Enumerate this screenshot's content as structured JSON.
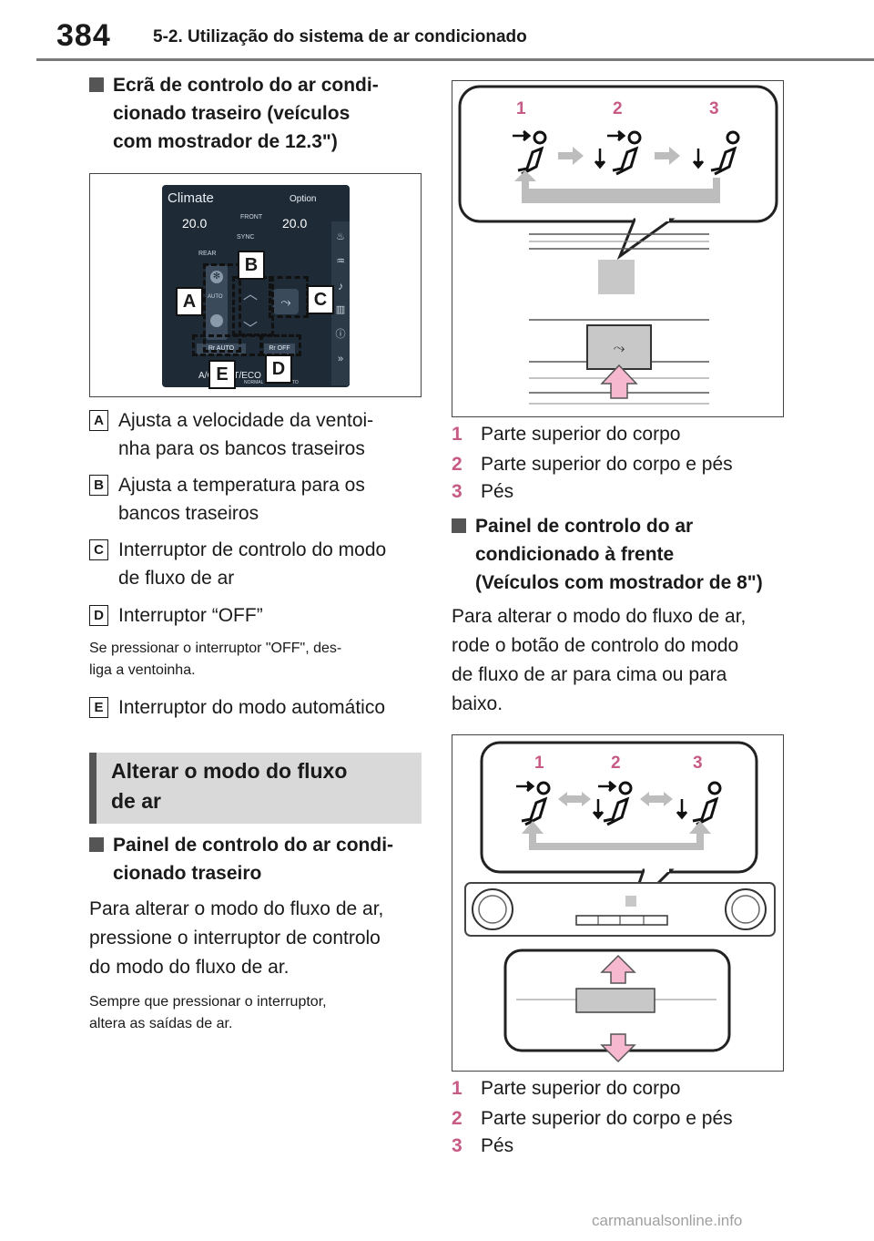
{
  "header": {
    "page_number": "384",
    "section_title": "5-2. Utilização do sistema de ar condicionado"
  },
  "left": {
    "heading1": [
      "Ecrã de controlo do ar condi-",
      "cionado traseiro (veículos",
      "com mostrador de 12.3\")"
    ],
    "screen": {
      "title": "Climate",
      "option": "Option",
      "temp_left": "20.0",
      "temp_right": "20.0",
      "front": "FRONT",
      "sync": "SYNC",
      "rear": "REAR",
      "auto_small": "AUTO",
      "rr_auto": "Rr AUTO",
      "rr_off": "Rr OFF",
      "bottom_text": "A/C   FAST/ECO",
      "normal": "NORMAL",
      "auto_bottom": "AUTO",
      "callouts": [
        "A",
        "B",
        "C",
        "D",
        "E"
      ]
    },
    "items": [
      {
        "badge": "A",
        "lines": [
          "Ajusta a velocidade da ventoi-",
          "nha para os bancos traseiros"
        ]
      },
      {
        "badge": "B",
        "lines": [
          "Ajusta a temperatura para os",
          "bancos traseiros"
        ]
      },
      {
        "badge": "C",
        "lines": [
          "Interruptor de controlo do modo",
          "de fluxo de ar"
        ]
      },
      {
        "badge": "D",
        "lines": [
          "Interruptor “OFF”"
        ]
      }
    ],
    "note_d": [
      "Se pressionar o interruptor \"OFF\", des-",
      "liga a ventoinha."
    ],
    "item_e": {
      "badge": "E",
      "text": "Interruptor do modo automático"
    },
    "banner": [
      "Alterar o modo do fluxo",
      "de ar"
    ],
    "heading2": [
      "Painel de controlo do ar condi-",
      "cionado traseiro"
    ],
    "para": [
      "Para alterar o modo do fluxo de ar,",
      "pressione o interruptor de controlo",
      "do modo do fluxo de ar."
    ],
    "note2": [
      "Sempre que pressionar o interruptor,",
      "altera as saídas de ar."
    ]
  },
  "right": {
    "fig1_numbers": [
      "1",
      "2",
      "3"
    ],
    "list1": [
      {
        "n": "1",
        "t": "Parte superior do corpo"
      },
      {
        "n": "2",
        "t": "Parte superior do corpo e pés"
      },
      {
        "n": "3",
        "t": "Pés"
      }
    ],
    "heading3": [
      "Painel de controlo do ar",
      "condicionado à frente",
      "(Veículos com mostrador de 8\")"
    ],
    "para": [
      "Para alterar o modo do fluxo de ar,",
      "rode o botão de controlo do modo",
      "de fluxo de ar para cima ou para",
      "baixo."
    ],
    "fig2_numbers": [
      "1",
      "2",
      "3"
    ],
    "list2": [
      {
        "n": "1",
        "t": "Parte superior do corpo"
      },
      {
        "n": "2",
        "t": "Parte superior do corpo e pés"
      },
      {
        "n": "3",
        "t": "Pés"
      }
    ]
  },
  "watermark": "carmanualsonline.info",
  "colors": {
    "accent_pink": "#c85a86",
    "arrow_pink": "#f6b8cf",
    "banner_gray": "#d9d9d9",
    "screen_bg": "#1e2a36"
  }
}
